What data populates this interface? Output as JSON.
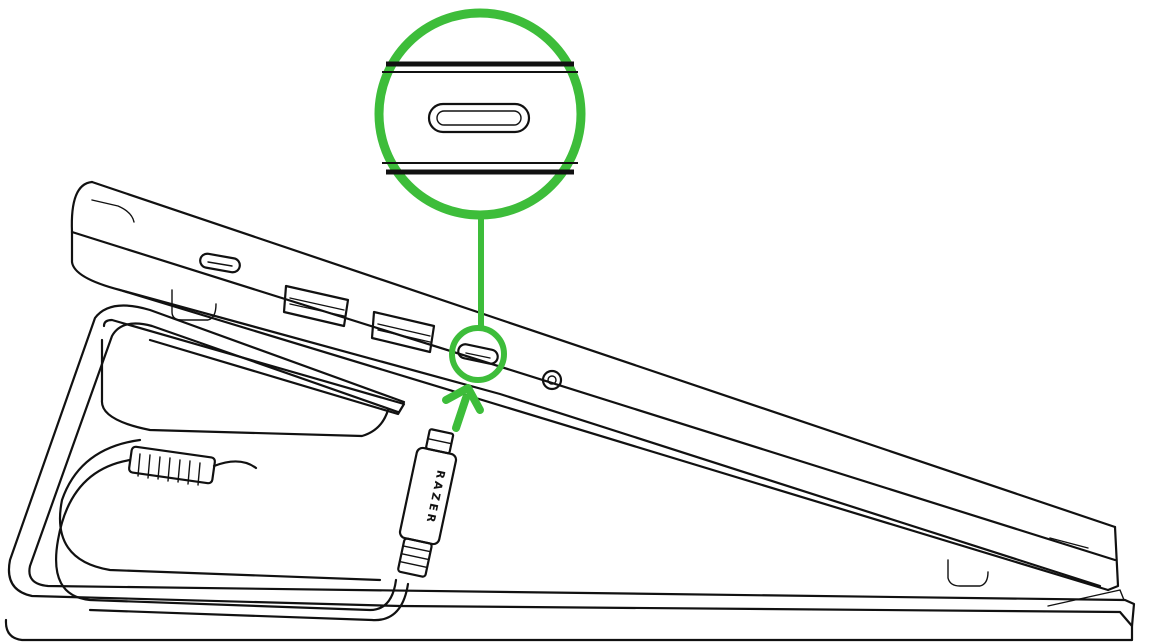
{
  "diagram": {
    "accent_color": "#3dbd3a",
    "line_color": "#111111",
    "background": "#ffffff",
    "connector_brand": "RAZER",
    "callout": {
      "icon": "usb-c-port-icon"
    },
    "laptop_ports": [
      "usb-c-port-icon",
      "usb-a-port-icon",
      "usb-a-port-icon",
      "usb-c-port-icon",
      "audio-jack-icon"
    ],
    "arrow": "insert-arrow-icon",
    "stand": "laptop-stand",
    "cable": "usb-c-cable"
  }
}
